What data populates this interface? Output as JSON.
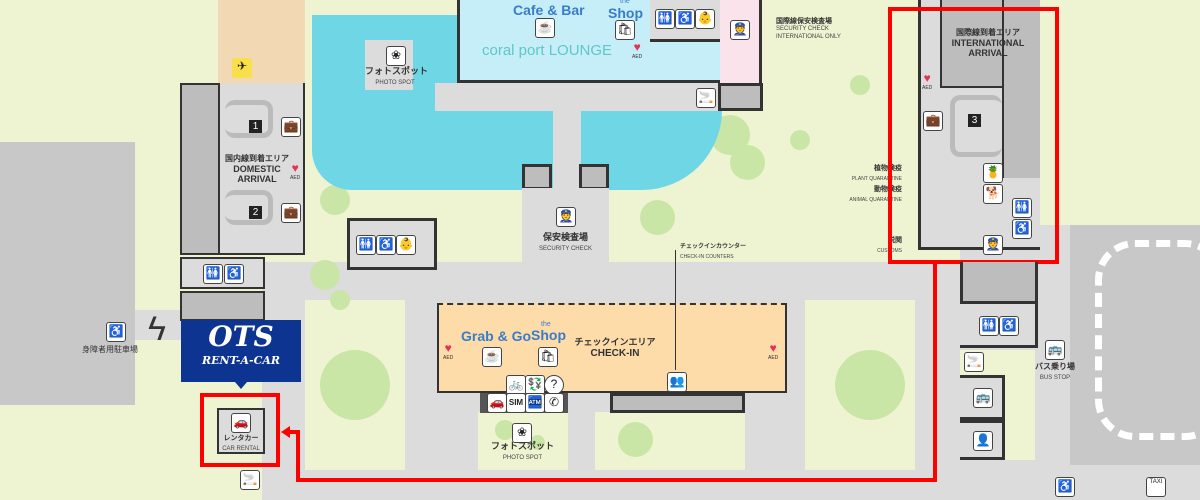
{
  "lounge": {
    "cafe_bar": "Cafe & Bar",
    "shop_the": "the",
    "shop": "Shop",
    "name": "coral port  LOUNGE"
  },
  "photo_spot_top": {
    "ja": "フォトスポット",
    "en": "PHOTO SPOT"
  },
  "photo_spot_bottom": {
    "ja": "フォトスポット",
    "en": "PHOTO SPOT"
  },
  "security_intl": {
    "ja": "国際線保安検査場",
    "en1": "SECURITY CHECK",
    "en2": "INTERNATIONAL ONLY"
  },
  "security": {
    "ja": "保安検査場",
    "en": "SECURITY CHECK"
  },
  "domestic": {
    "ja": "国内線到着エリア",
    "en1": "DOMESTIC",
    "en2": "ARRIVAL",
    "belt1": "1",
    "belt2": "2"
  },
  "international": {
    "ja": "国際線到着エリア",
    "en1": "INTERNATIONAL",
    "en2": "ARRIVAL",
    "belt3": "3",
    "plant_ja": "植物検疫",
    "plant_en": "PLANT QUARANTINE",
    "animal_ja": "動物検疫",
    "animal_en": "ANIMAL QUARANTINE",
    "customs_ja": "税関",
    "customs_en": "CUSTOMS"
  },
  "checkin_counters": {
    "ja": "チェックインカウンター",
    "en": "CHECK-IN COUNTERS"
  },
  "checkin": {
    "ja": "チェックインエリア",
    "en": "CHECK-IN",
    "grab_go": "Grab & Go",
    "shop_the": "the",
    "shop": "Shop",
    "sim": "SIM"
  },
  "aed_label": "AED",
  "parking": {
    "accessible_ja": "身障者用駐車場"
  },
  "ots": {
    "brand": "OTS",
    "sub": "RENT-A-CAR"
  },
  "car_rental": {
    "ja": "レンタカー",
    "en": "CAR RENTAL"
  },
  "bus_stop": {
    "ja": "バス乗り場",
    "en": "BUS STOP"
  },
  "taxi": "TAXI",
  "colors": {
    "highlight": "#ff0000",
    "ots_blue": "#0c3490",
    "pond": "#6fd6e6",
    "checkin": "#fddcaa",
    "lounge": "#c6eef8"
  }
}
